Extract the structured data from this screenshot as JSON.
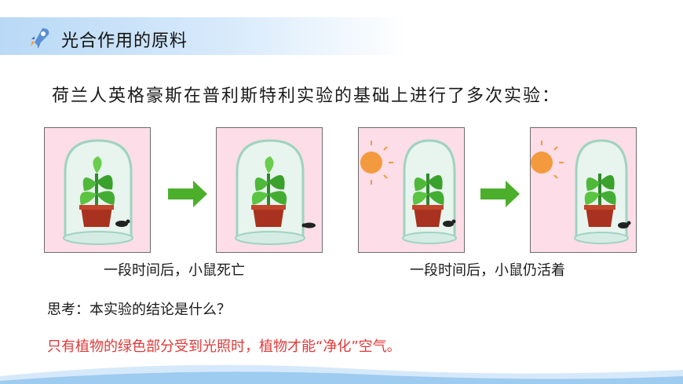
{
  "header": {
    "title": "光合作用的原料",
    "icon": "rocket-icon"
  },
  "intro": "荷兰人英格豪斯在普利斯特利实验的基础上进行了多次实验：",
  "captions": {
    "left": "一段时间后，小鼠死亡",
    "right": "一段时间后，小鼠仍活着"
  },
  "question": "思考：本实验的结论是什么？",
  "conclusion": "只有植物的绿色部分受到光照时，植物才能“净化”空气。",
  "colors": {
    "accent": "#e03a3a",
    "arrow": "#4caf2c",
    "panel_bg": "#fcdde8",
    "header_band": "#b9d9f6",
    "sun": "#f39a3e"
  }
}
